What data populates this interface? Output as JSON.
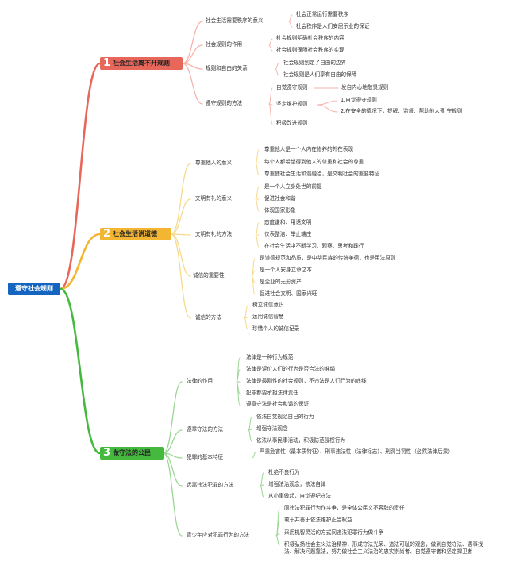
{
  "root": "遵守社会规则",
  "colors": {
    "branch1": "#e8675b",
    "branch2": "#f3b632",
    "branch3": "#45b83e",
    "root": "#1565c0"
  },
  "branches": [
    {
      "num": "1",
      "title": "社会生活离不开规则",
      "subs": [
        {
          "label": "社会生活需要秩序的意义",
          "items": [
            {
              "text": "社会正常运行需要秩序"
            },
            {
              "text": "社会秩序是人们安居乐业的保证"
            }
          ]
        },
        {
          "label": "社会规则的作用",
          "items": [
            {
              "text": "社会规则明确社会秩序的内容"
            },
            {
              "text": "社会规则保障社会秩序的实现"
            }
          ]
        },
        {
          "label": "规则和自由的关系",
          "items": [
            {
              "text": "社会规则划定了自由的边界"
            },
            {
              "text": "社会规则是人们享有自由的保障"
            }
          ]
        },
        {
          "label": "遵守规则的方法",
          "items": [
            {
              "text": "自觉遵守规则",
              "children": [
                "发自内心地敬畏规则"
              ]
            },
            {
              "text": "坚定维护规则",
              "children": [
                "1.自觉遵守规则",
                "2.在安全的情况下，提醒、监督、帮助他人遵 守规则"
              ]
            },
            {
              "text": "积极改进规则"
            }
          ]
        }
      ]
    },
    {
      "num": "2",
      "title": "社会生活讲道德",
      "subs": [
        {
          "label": "尊重他人的意义",
          "items": [
            {
              "text": "尊重他人是一个人内在修养的外在表现"
            },
            {
              "text": "每个人都希望得到他人的尊重和社会的尊重"
            },
            {
              "text": "尊重使社会生活和谐融洽，是文明社会的重要特征"
            }
          ]
        },
        {
          "label": "文明有礼的意义",
          "items": [
            {
              "text": "是一个人立身处世的前提"
            },
            {
              "text": "促进社会和谐"
            },
            {
              "text": "体现国家形象"
            }
          ]
        },
        {
          "label": "文明有礼的方法",
          "items": [
            {
              "text": "态度谦和、用语文明"
            },
            {
              "text": "仪表整洁、举止端庄"
            },
            {
              "text": "在社会生活中不断学习、观察、思考和践行"
            }
          ]
        },
        {
          "label": "诚信的重要性",
          "items": [
            {
              "text": "是道德规范和品质，是中华民族的传统美德，也是民法原则"
            },
            {
              "text": "是一个人安身立命之本"
            },
            {
              "text": "是企业的无形资产"
            },
            {
              "text": "促进社会文明、国家兴旺"
            }
          ]
        },
        {
          "label": "诚信的方法",
          "items": [
            {
              "text": "树立诚信意识"
            },
            {
              "text": "运用诚信智慧"
            },
            {
              "text": "珍惜个人的诚信记录"
            }
          ]
        }
      ]
    },
    {
      "num": "3",
      "title": "做守法的公民",
      "subs": [
        {
          "label": "法律的作用",
          "items": [
            {
              "text": "法律是一种行为规范"
            },
            {
              "text": "法律是评价人们的行为是否合法的准绳"
            },
            {
              "text": "法律是最刚性的社会规则，不违法是人们行为的底线"
            },
            {
              "text": "犯罪都要承担法律责任"
            },
            {
              "text": "遵章守法是社会和谐的保证"
            }
          ]
        },
        {
          "label": "遵章守法的方法",
          "items": [
            {
              "text": "依法自觉规范自己的行为"
            },
            {
              "text": "增强守法观念"
            },
            {
              "text": "依法从事民事活动，积极防范侵权行为"
            }
          ]
        },
        {
          "label": "犯罪的基本特征",
          "items": [
            {
              "text": "严重危害性（最本质特征）、刑事违法性（法律标志）、刑罚当罚性（必然法律后果）"
            }
          ]
        },
        {
          "label": "远离违法犯罪的方法",
          "items": [
            {
              "text": "杜绝不良行为"
            },
            {
              "text": "增强法治观念，依法自律"
            },
            {
              "text": "从小事做起，自觉遵纪守法"
            }
          ]
        },
        {
          "label": "青少年应对犯罪行为的方法",
          "items": [
            {
              "text": "同违法犯罪行为作斗争，是全体公民义不容辞的责任"
            },
            {
              "text": "敢于并善于依法维护正当权益"
            },
            {
              "text": "采用机智灵活的方式同违法犯罪行为做斗争"
            },
            {
              "text": "积极弘扬社会主义法治精神，形成守法光荣、违法可耻的观念，做到自觉守法、遇事找法、解决问题靠法，努力做社会主义法治的忠实崇尚者、自觉遵守者和坚定捍卫者"
            }
          ]
        }
      ]
    }
  ]
}
